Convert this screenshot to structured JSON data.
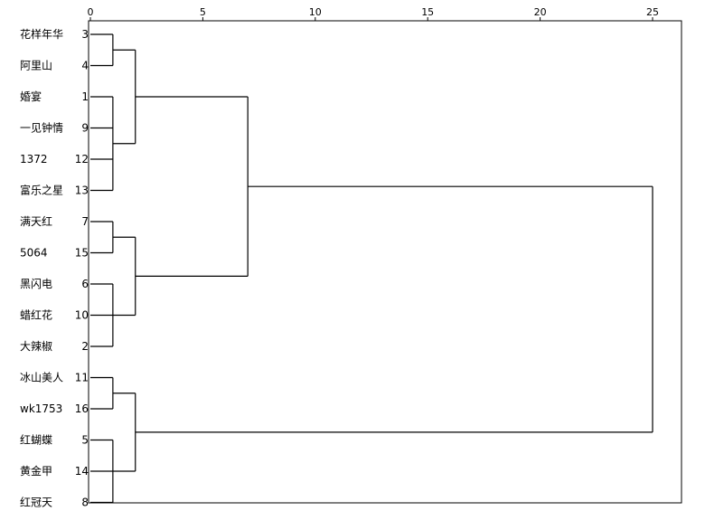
{
  "chart_data": {
    "type": "dendrogram",
    "orientation": "horizontal",
    "x_ticks": [
      0,
      5,
      10,
      15,
      20,
      25
    ],
    "xlim": [
      0,
      25
    ],
    "leaves": [
      {
        "id": "3",
        "name": "花样年华"
      },
      {
        "id": "4",
        "name": "阿里山"
      },
      {
        "id": "1",
        "name": "婚宴"
      },
      {
        "id": "9",
        "name": "一见钟情"
      },
      {
        "id": "12",
        "name": "1372"
      },
      {
        "id": "13",
        "name": "富乐之星"
      },
      {
        "id": "7",
        "name": "满天红"
      },
      {
        "id": "15",
        "name": "5064"
      },
      {
        "id": "6",
        "name": "黑闪电"
      },
      {
        "id": "10",
        "name": "蜡红花"
      },
      {
        "id": "2",
        "name": "大辣椒"
      },
      {
        "id": "11",
        "name": "冰山美人"
      },
      {
        "id": "16",
        "name": "wk1753"
      },
      {
        "id": "5",
        "name": "红蝴蝶"
      },
      {
        "id": "14",
        "name": "黄金甲"
      },
      {
        "id": "8",
        "name": "红冠天"
      }
    ],
    "merges": [
      {
        "children": [
          "L2",
          "L3",
          "L4",
          "L5"
        ],
        "height": 1,
        "id": "a"
      },
      {
        "children": [
          "L0",
          "L1"
        ],
        "height": 1,
        "id": "b"
      },
      {
        "children": [
          "b",
          "a"
        ],
        "height": 2,
        "id": "c"
      },
      {
        "children": [
          "L8",
          "L9",
          "L10"
        ],
        "height": 1,
        "id": "d"
      },
      {
        "children": [
          "L6",
          "L7"
        ],
        "height": 1,
        "id": "e"
      },
      {
        "children": [
          "e",
          "d"
        ],
        "height": 2,
        "id": "f"
      },
      {
        "children": [
          "c",
          "f"
        ],
        "height": 7,
        "id": "g"
      },
      {
        "children": [
          "L11",
          "L12"
        ],
        "height": 1,
        "id": "h"
      },
      {
        "children": [
          "L13",
          "L14",
          "L15"
        ],
        "height": 1,
        "id": "i"
      },
      {
        "children": [
          "h",
          "i"
        ],
        "height": 2,
        "id": "j"
      },
      {
        "children": [
          "g",
          "j"
        ],
        "height": 25,
        "id": "k"
      }
    ]
  }
}
